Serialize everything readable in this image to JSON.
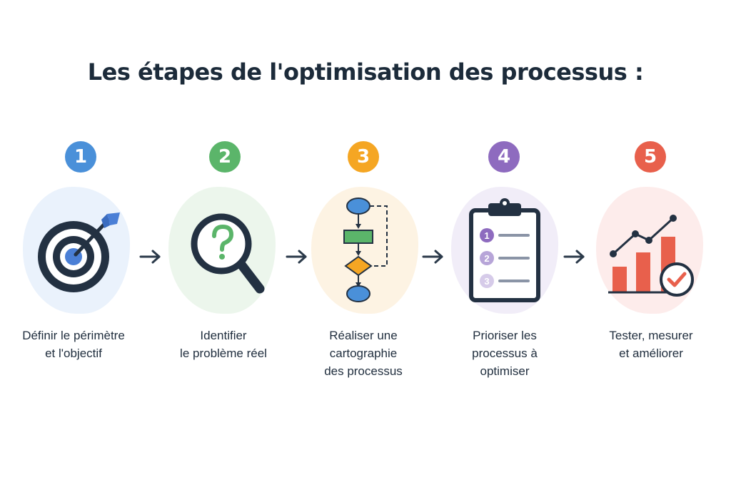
{
  "title": "Les étapes de l'optimisation des processus :",
  "steps": [
    {
      "number": "1",
      "color": "#4a90d9",
      "bg": "#eaf2fc",
      "icon": "target-icon",
      "label_lines": [
        "Définir le périmètre",
        "et l'objectif"
      ]
    },
    {
      "number": "2",
      "color": "#5bb56a",
      "bg": "#ecf6ec",
      "icon": "magnifier-question-icon",
      "label_lines": [
        "Identifier",
        "le problème réel"
      ]
    },
    {
      "number": "3",
      "color": "#f5a623",
      "bg": "#fdf3e3",
      "icon": "flowchart-icon",
      "label_lines": [
        "Réaliser une",
        "cartographie",
        "des processus"
      ]
    },
    {
      "number": "4",
      "color": "#8e6bbf",
      "bg": "#f1edf8",
      "icon": "clipboard-list-icon",
      "label_lines": [
        "Prioriser les",
        "processus à",
        "optimiser"
      ]
    },
    {
      "number": "5",
      "color": "#e8604c",
      "bg": "#fdeceb",
      "icon": "chart-check-icon",
      "label_lines": [
        "Tester, mesurer",
        "et améliorer"
      ]
    }
  ]
}
